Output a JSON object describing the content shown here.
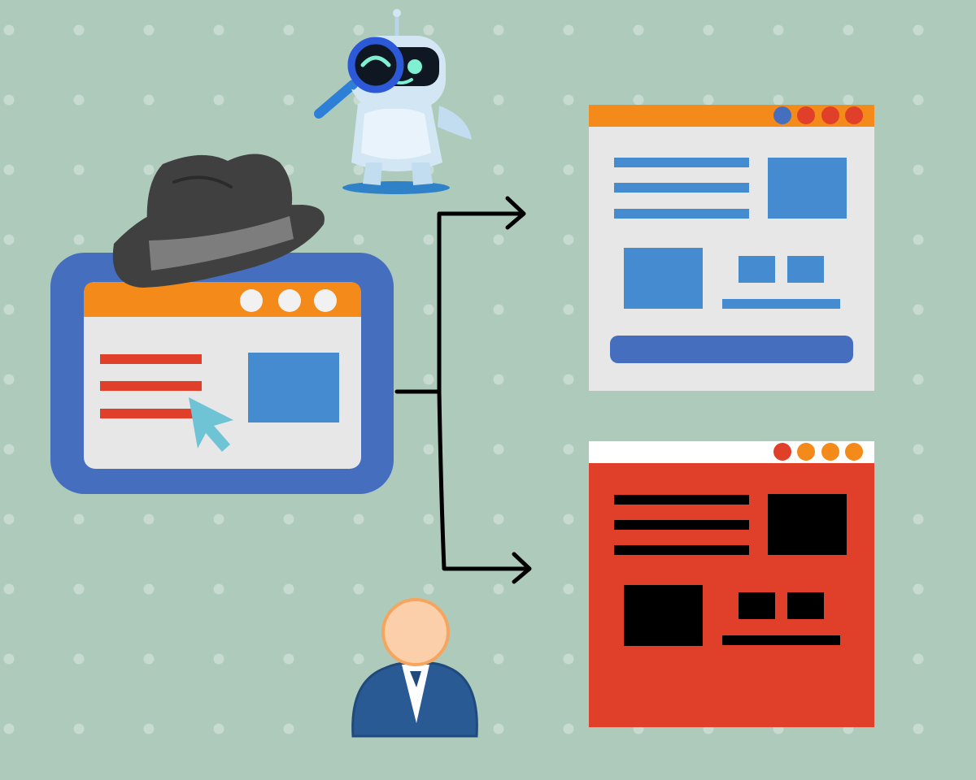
{
  "scene": {
    "background_color": "#adcabb",
    "dot_color": "#c7dbd0",
    "elements": [
      {
        "name": "robot-with-magnifier",
        "icon": "robot-icon"
      },
      {
        "name": "fedora-hat",
        "icon": "hat-icon"
      },
      {
        "name": "source-web-page",
        "icon": "browser-window-icon"
      },
      {
        "name": "mouse-cursor",
        "icon": "cursor-arrow-icon"
      },
      {
        "name": "branching-arrow",
        "icon": "branch-arrow-icon"
      },
      {
        "name": "page-shown-to-search-bot",
        "icon": "browser-window-icon"
      },
      {
        "name": "page-shown-to-user",
        "icon": "browser-window-icon"
      },
      {
        "name": "user-person",
        "icon": "person-icon"
      }
    ]
  },
  "colors": {
    "orange": "#f48a1a",
    "window_frame_blue": "#456ebf",
    "content_blue": "#458bcf",
    "warning_red": "#e03f2a",
    "light_gray": "#e7e7e7",
    "dark_gray_hat": "#404040",
    "hat_band": "#7d7d7d",
    "cursor_teal": "#6ec3d4",
    "robot_body": "#d2e6f4",
    "person_suit": "#2a5a94",
    "person_skin": "#fbcfa9",
    "black": "#000000"
  }
}
